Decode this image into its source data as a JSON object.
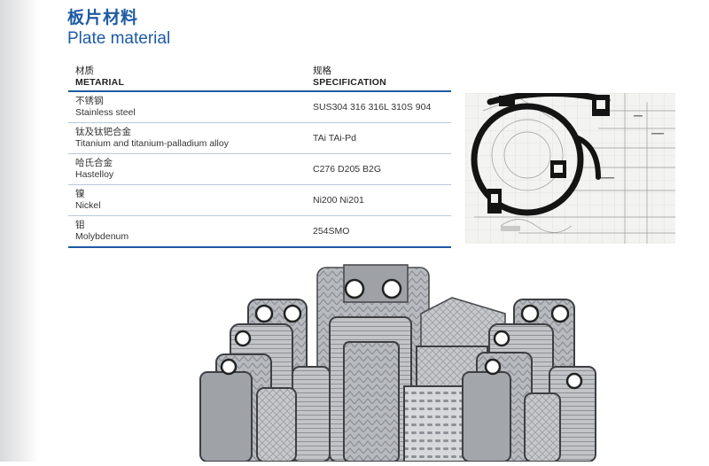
{
  "title": {
    "zh": "板片材料",
    "en": "Plate material"
  },
  "table": {
    "header": {
      "material_zh": "材质",
      "material_en": "METARIAL",
      "spec_zh": "规格",
      "spec_en": "SPECIFICATION"
    },
    "rows": [
      {
        "zh": "不锈钢",
        "en": "Stainless steel",
        "spec": "SUS304 316 316L 310S 904"
      },
      {
        "zh": "钛及钛钯合金",
        "en": "Titanium and titanium-palladium alloy",
        "spec": "TAi TAi-Pd"
      },
      {
        "zh": "哈氏合金",
        "en": "Hastelloy",
        "spec": "C276 D205 B2G"
      },
      {
        "zh": "镍",
        "en": "Nickel",
        "spec": "Ni200 Ni201"
      },
      {
        "zh": "钼",
        "en": "Molybdenum",
        "spec": "254SMO"
      }
    ]
  },
  "colors": {
    "accent": "#1d5aa3",
    "gasket": "#1a1a1a",
    "plate_steel": "#a9acb1"
  },
  "images": {
    "gasket_drawing": "gasket-blueprint-image",
    "plates_photo": "heat-exchanger-plates-image"
  }
}
